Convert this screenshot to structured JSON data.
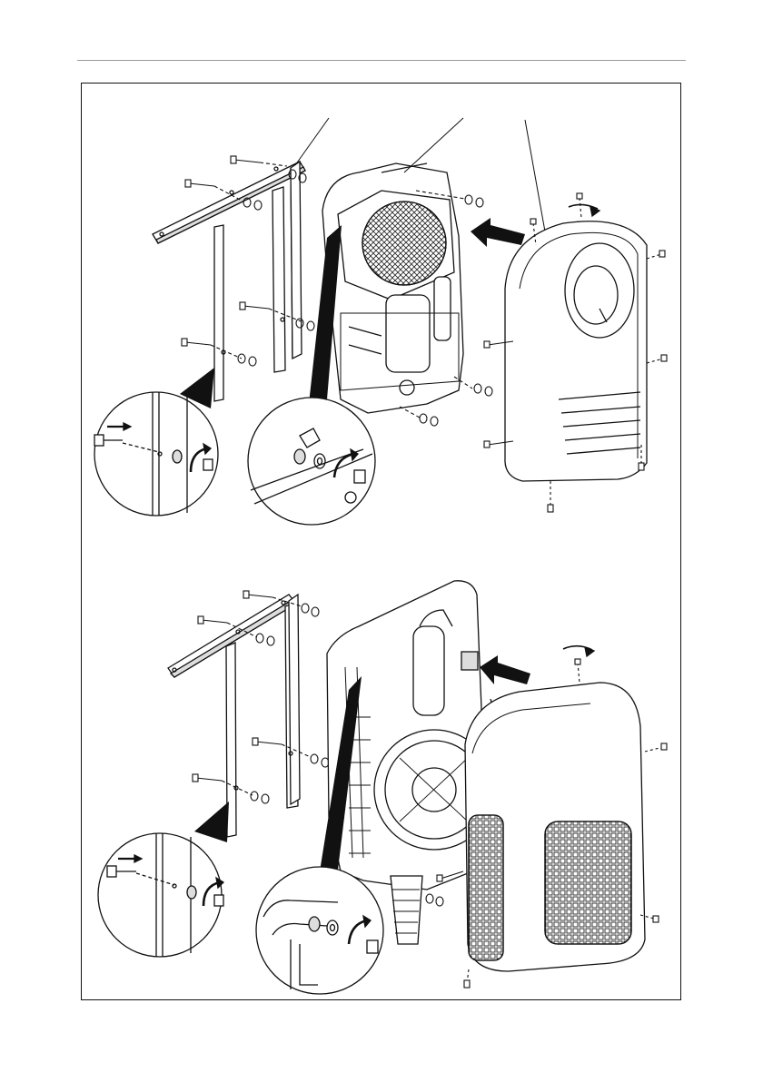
{
  "page": {
    "header_rule": true,
    "figure_frame": true
  },
  "figure": {
    "upper_panel": {
      "leader_lines": 3,
      "detail_circles": 2
    },
    "lower_panel": {
      "leader_lines": 0,
      "detail_circles": 2
    }
  },
  "colors": {
    "line": "#111111",
    "rule": "#9a9a9a",
    "shade": "#e6e6e6",
    "arrow": "#111111"
  }
}
